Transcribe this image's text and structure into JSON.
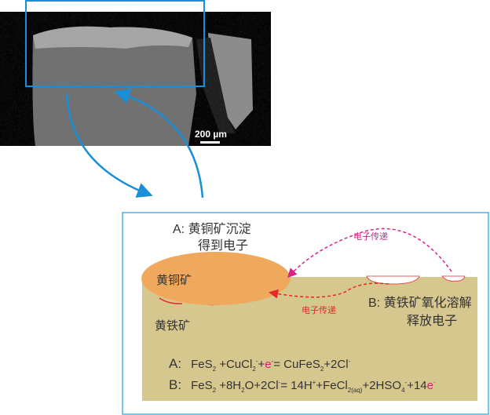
{
  "sem": {
    "scale_bar": "200 µm"
  },
  "labels": {
    "a_title_1": "A: 黄铜矿沉淀",
    "a_title_2": "得到电子",
    "chalcopyrite": "黄铜矿",
    "pyrite": "黄铁矿",
    "b_title_1": "B: 黄铁矿氧化溶解",
    "b_title_2": "释放电子",
    "transfer_top": "电子传递",
    "transfer_bottom": "电子传递"
  },
  "equations": {
    "a": {
      "label": "A:",
      "parts": [
        "FeS",
        "2",
        " +CuCl",
        "2",
        "-",
        "+",
        "e",
        "-",
        "= CuFeS",
        "2",
        "+2Cl",
        "-"
      ]
    },
    "b": {
      "label": "B:",
      "parts": [
        "FeS",
        "2",
        " +8H",
        "2",
        "O+2Cl",
        "-",
        "= 14H",
        "+",
        "+FeCl",
        "2(aq)",
        "+2HSO",
        "4",
        "-",
        "+14",
        "e",
        "-"
      ]
    }
  },
  "colors": {
    "frame": "#1a8fd8",
    "tan": "#d6c78e",
    "orange": "#f0a95c",
    "magenta": "#d6248a",
    "red": "#e8262a"
  }
}
